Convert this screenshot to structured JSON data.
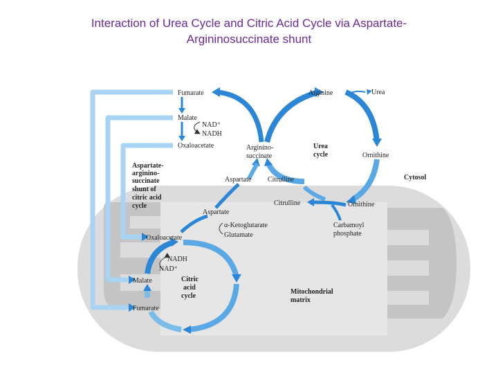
{
  "slide": {
    "title_line1": "Interaction of Urea Cycle and Citric Acid Cycle via Aspartate-",
    "title_line2": "Argininosuccinate shunt"
  },
  "diagram": {
    "colors": {
      "title": "#6a2a9a",
      "arrow_blue": "#2b86d6",
      "arrow_light": "#bfe0f7",
      "mitochondrion": "#d9d9d9",
      "matrix_inner": "#bdbdbd"
    },
    "labels": {
      "fumarate_top": "Fumarate",
      "malate_top": "Malate",
      "nad_plus_top": "NAD⁺",
      "nadh_top": "NADH",
      "oxaloacetate_top": "Oxaloacetate",
      "argininosuccinate": [
        "Arginino-",
        "succinate"
      ],
      "arginine": "Arginine",
      "urea": "Urea",
      "urea_cycle": [
        "Urea",
        "cycle"
      ],
      "ornithine_top": "Ornithine",
      "cytosol": "Cytosol",
      "aspartate_cytosol": "Aspartate",
      "citrulline_cytosol": "Citrulline",
      "citrulline_matrix": "Citrulline",
      "ornithine_matrix": "Ornithine",
      "shunt": [
        "Aspartate-",
        "arginino-",
        "succinate",
        "shunt of",
        "citric acid",
        "cycle"
      ],
      "aspartate_matrix": "Aspartate",
      "alpha_ketoglutarate": "α-Ketoglutarate",
      "glutamate": "Glutamate",
      "carbamoyl_phosphate": [
        "Carbamoyl",
        "phosphate"
      ],
      "oxaloacetate_matrix": "Oxaloacetate",
      "nadh_matrix": "NADH",
      "nad_plus_matrix": "NAD⁺",
      "malate_matrix": "Malate",
      "citric_acid_cycle": [
        "Citric",
        "acid",
        "cycle"
      ],
      "fumarate_matrix": "Fumarate",
      "mitochondrial_matrix": [
        "Mitochondrial",
        "matrix"
      ]
    }
  }
}
